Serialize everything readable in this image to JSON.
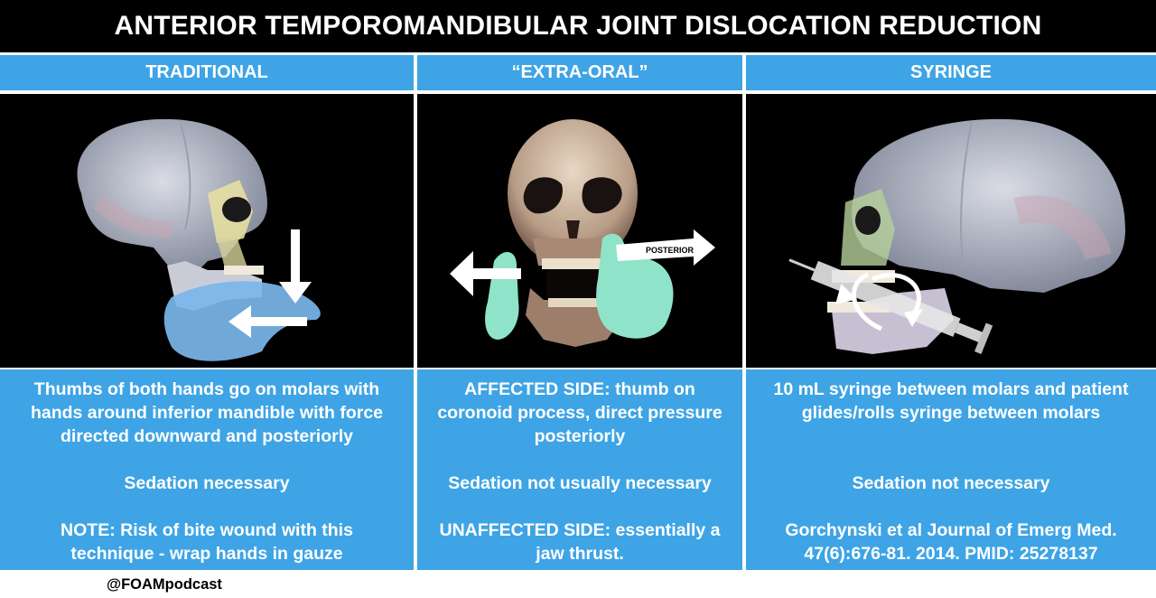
{
  "title": "ANTERIOR TEMPOROMANDIBULAR JOINT DISLOCATION REDUCTION",
  "columns": [
    {
      "header": "TRADITIONAL",
      "description": [
        "Thumbs of both hands go on molars with",
        "hands around inferior mandible with force",
        "directed downward and posteriorly"
      ],
      "sedation": "Sedation necessary",
      "note": [
        "NOTE: Risk of bite wound with this",
        "technique - wrap hands in gauze"
      ]
    },
    {
      "header": "“EXTRA-ORAL”",
      "description": [
        "AFFECTED SIDE: thumb on",
        "coronoid process, direct pressure",
        "posteriorly"
      ],
      "sedation": "Sedation not usually necessary",
      "note": [
        "UNAFFECTED SIDE: essentially a",
        "jaw thrust."
      ],
      "image_label": "POSTERIOR"
    },
    {
      "header": "SYRINGE",
      "description": [
        "10 mL syringe between molars and patient",
        "glides/rolls syringe between molars"
      ],
      "sedation": "Sedation not necessary",
      "note": [
        "Gorchynski et al Journal of Emerg Med.",
        "47(6):676-81. 2014. PMID: 25278137"
      ]
    }
  ],
  "footer": "@FOAMpodcast",
  "colors": {
    "banner": "#000000",
    "header_bg": "#3ea4e5",
    "text": "#ffffff",
    "glove": "#8fe3c9"
  }
}
